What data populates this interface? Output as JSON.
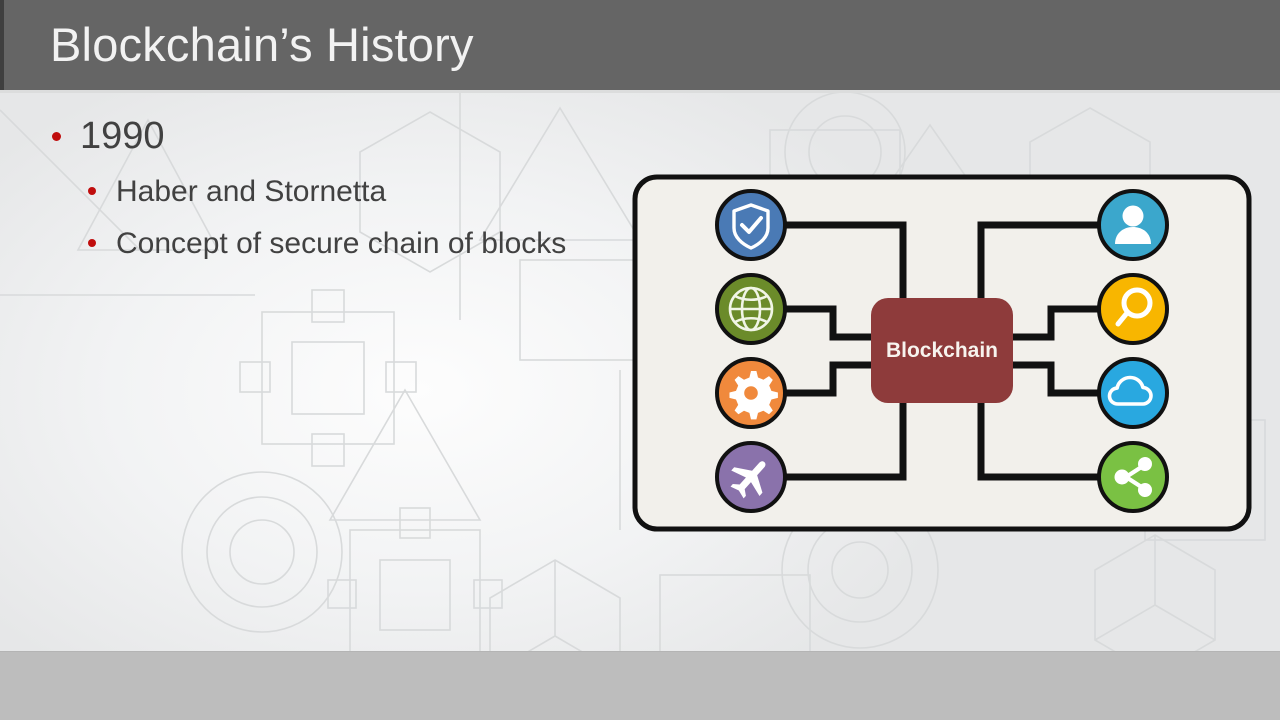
{
  "slide": {
    "title": "Blockchain’s History",
    "title_bar_color": "#656565",
    "title_text_color": "#f2f2f2",
    "background_color": "#e6e7e8",
    "bottom_band_color": "#bdbdbd",
    "body_text_color": "#414141",
    "bullet_marker_color": "#c00d0d"
  },
  "bullets": [
    {
      "level": 1,
      "text": "1990"
    },
    {
      "level": 2,
      "text": "Haber and Stornetta"
    },
    {
      "level": 2,
      "text": "Concept of secure chain of blocks"
    }
  ],
  "diagram": {
    "name": "blockchain-hub-and-spoke-diagram",
    "frame": {
      "border_color": "#111111",
      "fill_color": "#f2f0eb",
      "border_width": 5,
      "corner_radius": 22
    },
    "connector_color": "#111111",
    "center_node": {
      "label": "Blockchain",
      "fill_color": "#8e3b3b",
      "text_color": "#f7f3ee"
    },
    "left_nodes": [
      {
        "icon": "shield-check-icon",
        "color": "#4a7ab5"
      },
      {
        "icon": "globe-icon",
        "color": "#6b8b2a"
      },
      {
        "icon": "gear-icon",
        "color": "#f0893c"
      },
      {
        "icon": "airplane-icon",
        "color": "#8a72ab"
      }
    ],
    "right_nodes": [
      {
        "icon": "user-icon",
        "color": "#3ba7cc"
      },
      {
        "icon": "magnifier-icon",
        "color": "#f8b600"
      },
      {
        "icon": "cloud-icon",
        "color": "#29a8e0"
      },
      {
        "icon": "share-nodes-icon",
        "color": "#7ac143"
      }
    ]
  }
}
